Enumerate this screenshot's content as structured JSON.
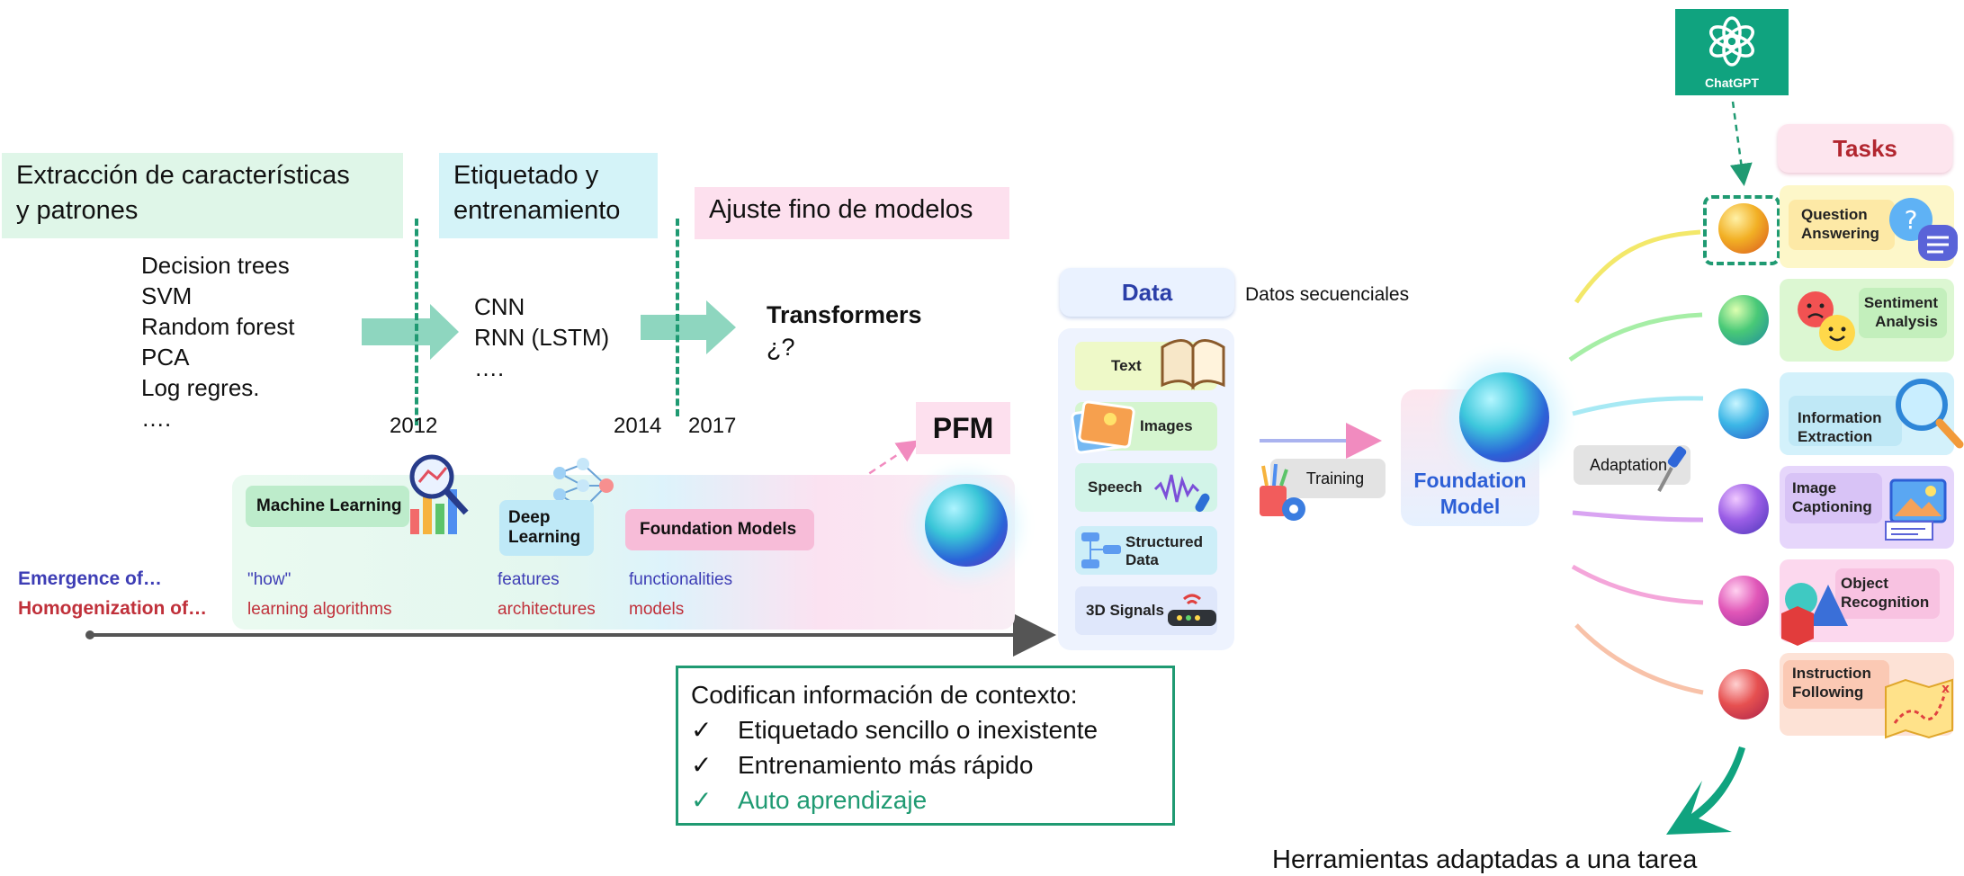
{
  "timeline": {
    "headers": [
      "Extracción de características\ny patrones",
      "Etiquetado y\nentrenamiento",
      "Ajuste fino de modelos"
    ],
    "ml_methods": [
      "Decision trees",
      "SVM",
      "Random forest",
      "PCA",
      "Log regres.",
      "…."
    ],
    "dl_methods": [
      "CNN",
      "RNN (LSTM)",
      "…."
    ],
    "transformers": {
      "title": "Transformers",
      "sub": "¿?"
    },
    "years": [
      "2012",
      "2014",
      "2017"
    ],
    "pfm": "PFM"
  },
  "evolution": {
    "row_labels": [
      "Emergence of…",
      "Homogenization of…"
    ],
    "stages": [
      {
        "name": "Machine Learning",
        "emergence": "\"how\"",
        "homogenization": "learning algorithms"
      },
      {
        "name": "Deep\nLearning",
        "emergence": "features",
        "homogenization": "architectures"
      },
      {
        "name": "Foundation Models",
        "emergence": "functionalities",
        "homogenization": "models"
      }
    ]
  },
  "context_box": {
    "title": "Codifican información de contexto:",
    "items": [
      "Etiquetado sencillo o inexistente",
      "Entrenamiento más rápido",
      "Auto aprendizaje"
    ],
    "check": "✓"
  },
  "data_panel": {
    "title": "Data",
    "note": "Datos secuenciales",
    "items": [
      "Text",
      "Images",
      "Speech",
      "Structured\nData",
      "3D Signals"
    ]
  },
  "training_label": "Training",
  "foundation_model": "Foundation\nModel",
  "adaptation_label": "Adaptation",
  "chatgpt": "ChatGPT",
  "tasks": {
    "title": "Tasks",
    "items": [
      "Question\nAnswering",
      "Sentiment\nAnalysis",
      "Information\nExtraction",
      "Image\nCaptioning",
      "Object\nRecognition",
      "Instruction\nFollowing"
    ]
  },
  "footer_caption": "Herramientas adaptadas a una tarea",
  "colors": {
    "accent": "#1f9a72",
    "green_header": "#dff6e8",
    "cyan_header": "#d4f3f8",
    "pink_header": "#fde0ee",
    "emergence": "#3d3db5",
    "homogenization": "#c0303a"
  }
}
